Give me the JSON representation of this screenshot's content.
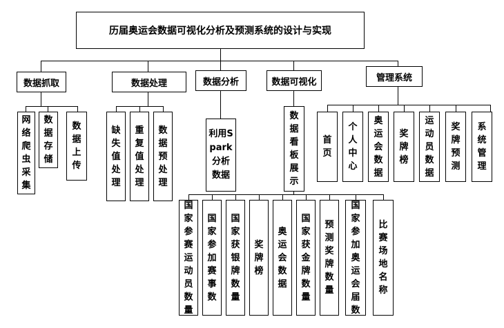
{
  "root": "历届奥运会数据可视化分析及预测系统的设计与实现",
  "modules": [
    {
      "label": "数据抓取",
      "children": [
        "网络爬虫采集",
        "数据存储",
        "数据上传"
      ]
    },
    {
      "label": "数据处理",
      "children": [
        "缺失值处理",
        "重复值处理",
        "数据预处理"
      ]
    },
    {
      "label": "数据分析",
      "children": [
        "利用Spark分析数据"
      ]
    },
    {
      "label": "数据可视化",
      "children": [
        "数据看板展示"
      ]
    },
    {
      "label": "管理系统",
      "children": [
        "首页",
        "个人中心",
        "奥运会数据",
        "奖牌榜",
        "运动员数据",
        "奖牌预测",
        "系统管理"
      ]
    }
  ],
  "dashboard_items": [
    "国家参赛运动员数量",
    "国家参加赛事数",
    "国家获银牌数量",
    "奖牌榜",
    "奥运会数据",
    "国家获金牌数量",
    "预测奖牌数量",
    "国家参加奥运会届数",
    "比赛场地名称"
  ]
}
